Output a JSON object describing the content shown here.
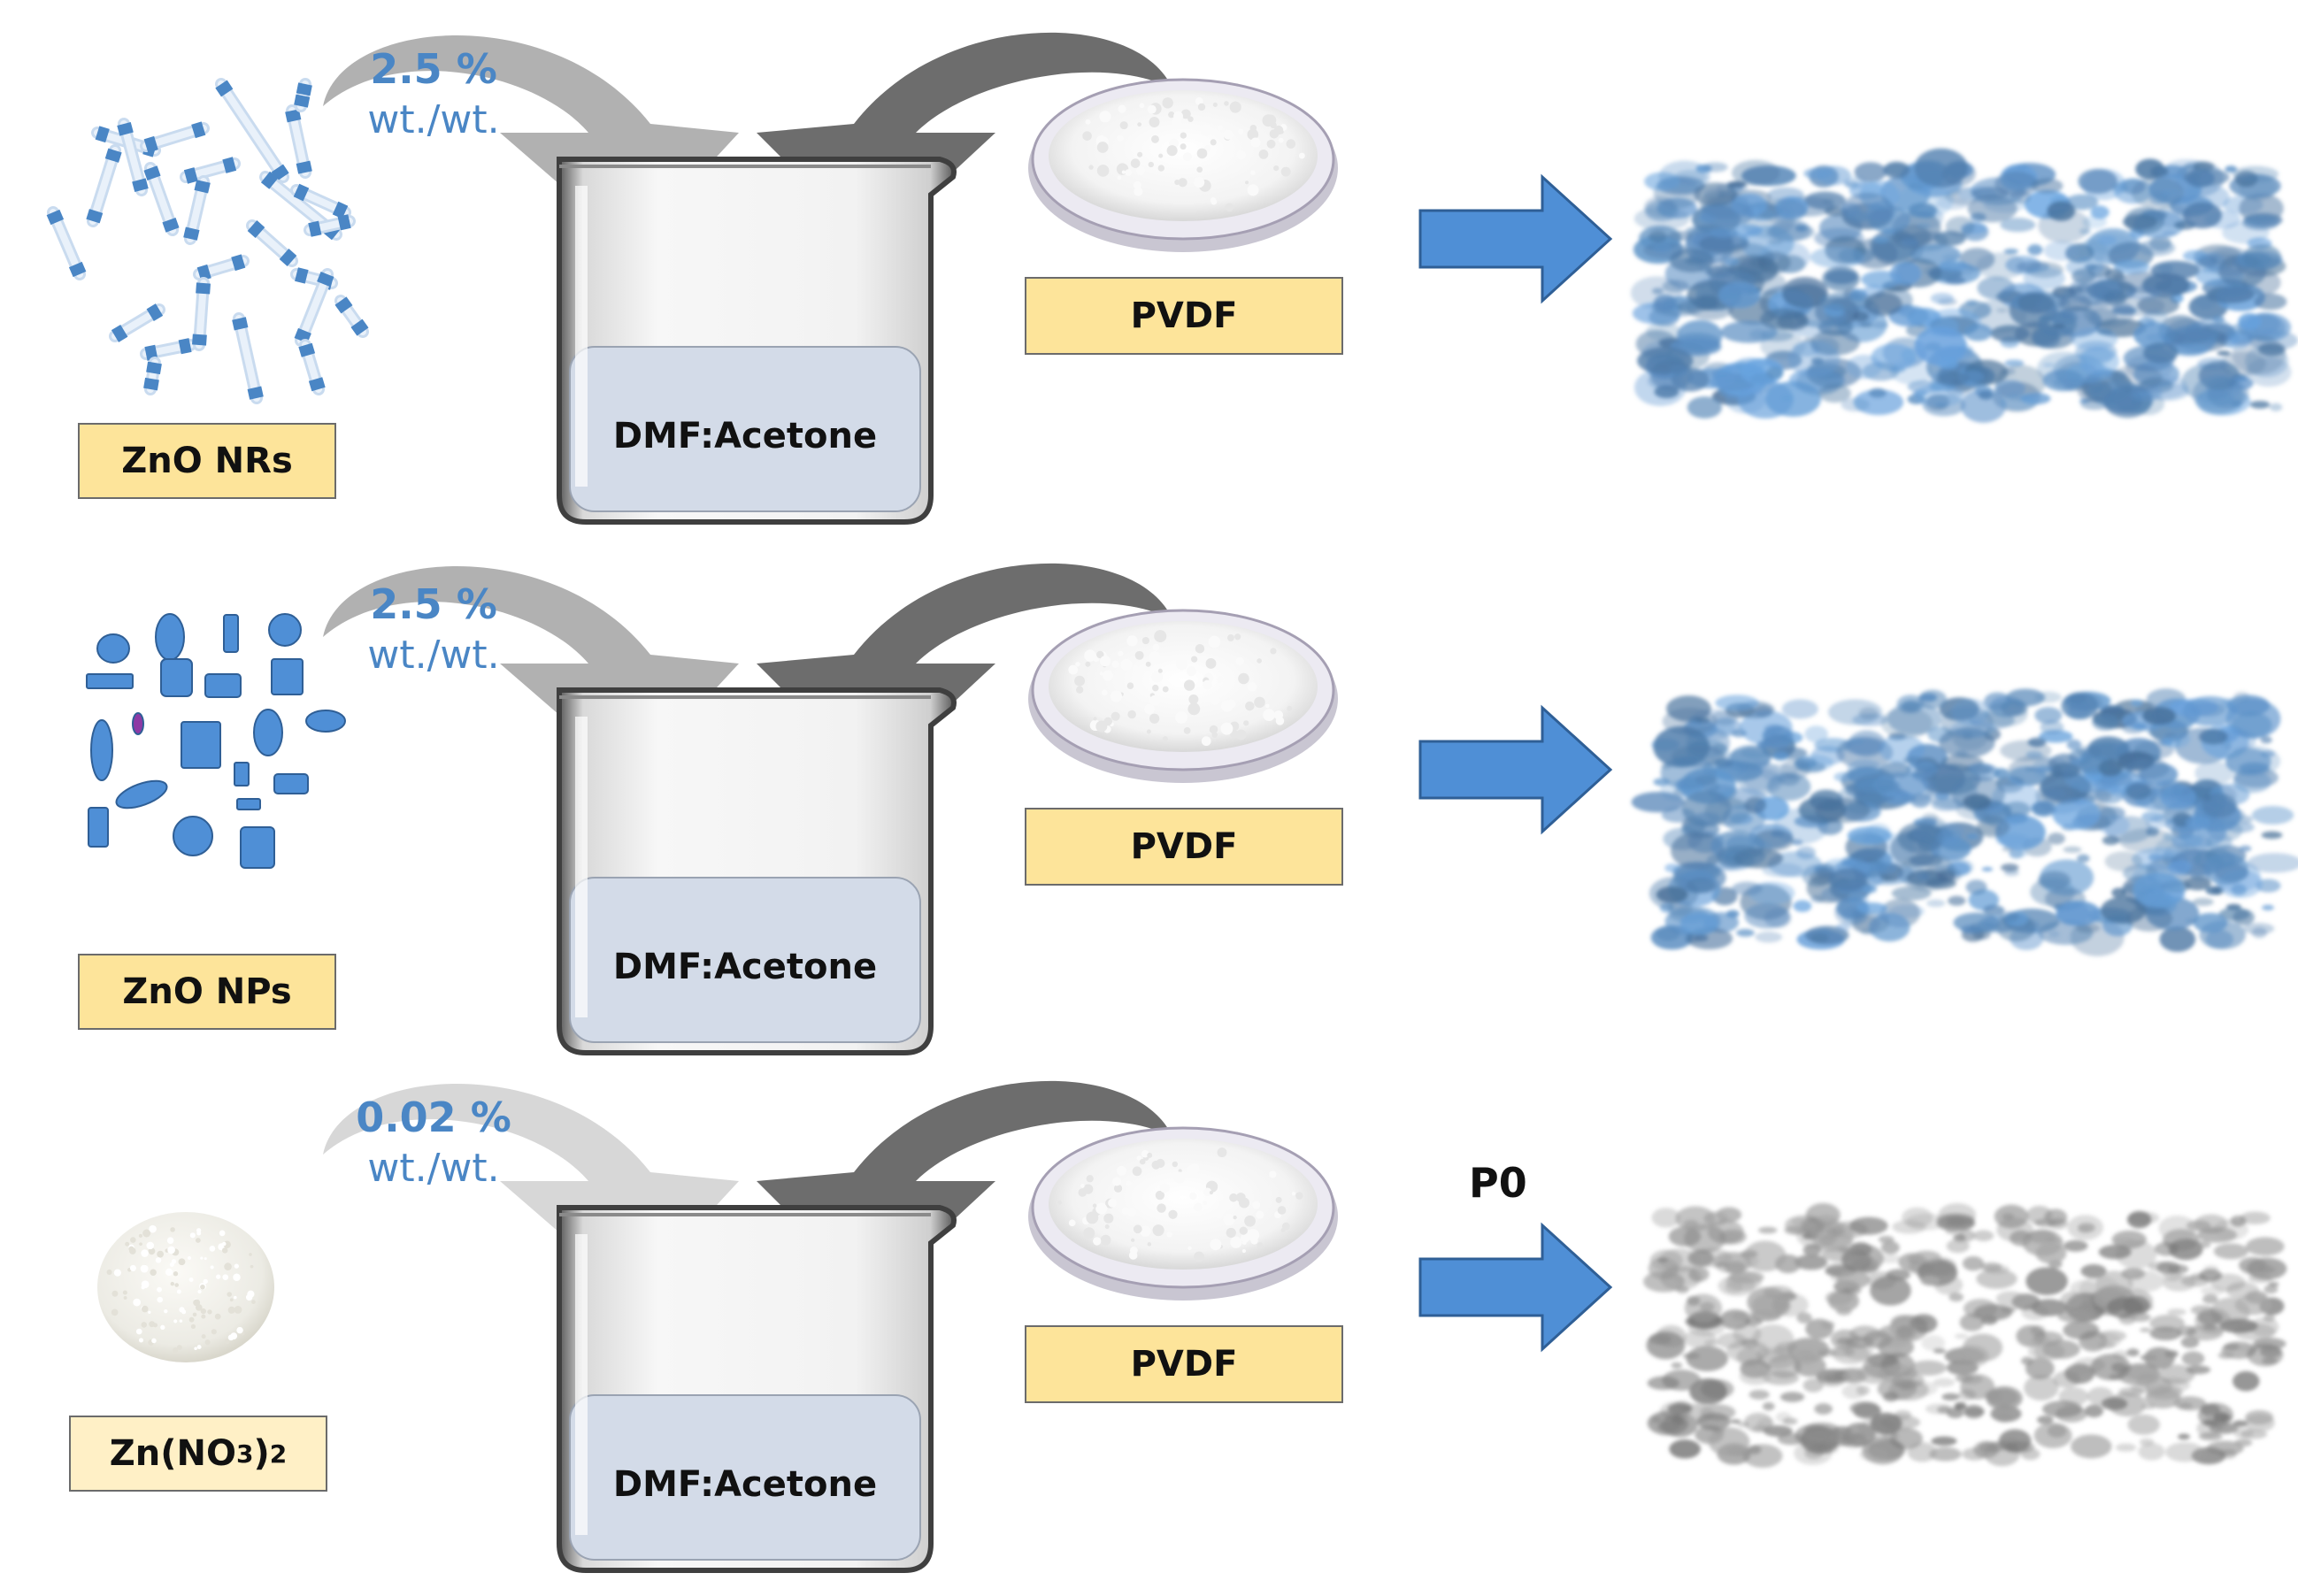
{
  "rows": [
    {
      "id": "nanorods",
      "material_label": "ZnO NRs",
      "ratio_pct": "2.5 %",
      "ratio_unit": "wt./wt.",
      "solvent_label": "DMF:Acetone",
      "polymer_label": "PVDF",
      "output_label": "",
      "membrane_tone": "blue"
    },
    {
      "id": "nanoparticles",
      "material_label": "ZnO NPs",
      "ratio_pct": "2.5 %",
      "ratio_unit": "wt./wt.",
      "solvent_label": "DMF:Acetone",
      "polymer_label": "PVDF",
      "output_label": "",
      "membrane_tone": "blue"
    },
    {
      "id": "zinc-nitrate",
      "material_label_main": "Zn(NO",
      "material_label_sub": "3",
      "material_label_end": ")",
      "material_label_sub2": "2",
      "ratio_pct": "0.02 %",
      "ratio_unit": "wt./wt.",
      "solvent_label": "DMF:Acetone",
      "polymer_label": "PVDF",
      "output_label": "P0",
      "membrane_tone": "gray"
    }
  ],
  "colors": {
    "accent_blue": "#4a86c5",
    "arrow_blue": "#4f8fd6",
    "label_fill": "#fde49a",
    "beaker_liquid": "#d3dbe8",
    "curve_light": "#b4b4b4",
    "curve_dark": "#6d6d6d",
    "membrane_blue": "#5b8fc4",
    "membrane_gray": "#9a9a9a"
  },
  "icons": [
    "beaker-icon",
    "powder-dish-icon",
    "block-arrow-icon",
    "curved-arrow-icon",
    "nanorod-icon",
    "nanoparticle-icon",
    "powder-pile-icon",
    "membrane-texture"
  ]
}
